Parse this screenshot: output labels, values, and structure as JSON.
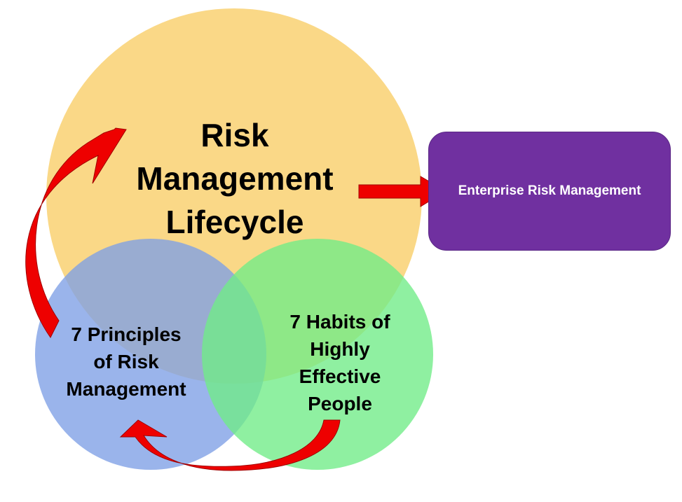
{
  "diagram": {
    "main_circle": {
      "label": "Risk Management Lifecycle",
      "lines": [
        "Risk",
        "Management",
        "Lifecycle"
      ],
      "color": "#fad887"
    },
    "left_circle": {
      "label": "7 Principles of Risk Management",
      "lines": [
        "7 Principles",
        "of Risk",
        "Management"
      ],
      "color": "#8eaadc"
    },
    "right_circle": {
      "label": "7 Habits of Highly Effective People",
      "lines": [
        "7 Habits of",
        "Highly",
        "Effective",
        "People"
      ],
      "color": "#85ec96"
    },
    "output_box": {
      "label": "Enterprise Risk Management",
      "color": "#7030a0"
    },
    "arrow_color": "#ee0000"
  }
}
